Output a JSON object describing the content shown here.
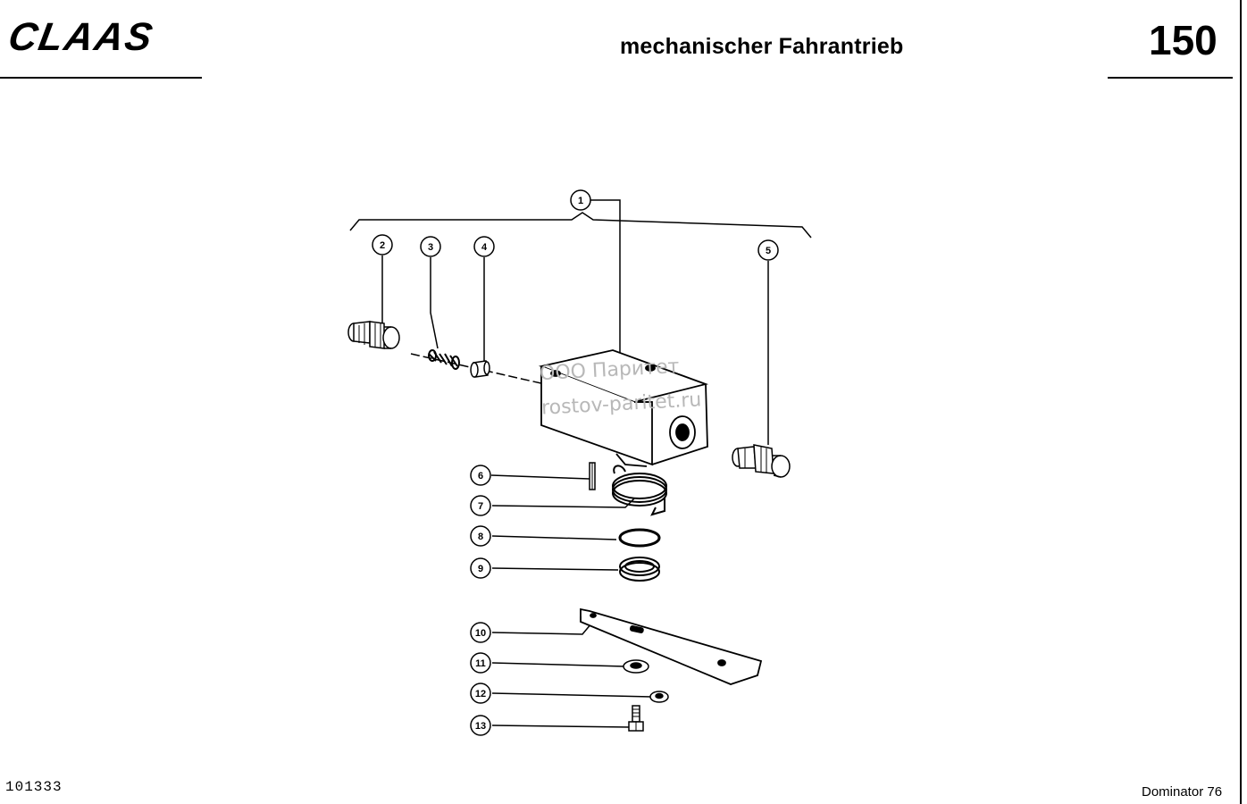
{
  "header": {
    "brand": "CLAAS",
    "title": "mechanischer Fahrantrieb",
    "page_number": "150"
  },
  "footer": {
    "doc_id": "101333",
    "model": "Dominator 76"
  },
  "watermark": {
    "line1": "ООО Паритет",
    "line2": "rostov-paritet.ru"
  },
  "callouts": [
    "1",
    "2",
    "3",
    "4",
    "5",
    "6",
    "7",
    "8",
    "9",
    "10",
    "11",
    "12",
    "13"
  ]
}
